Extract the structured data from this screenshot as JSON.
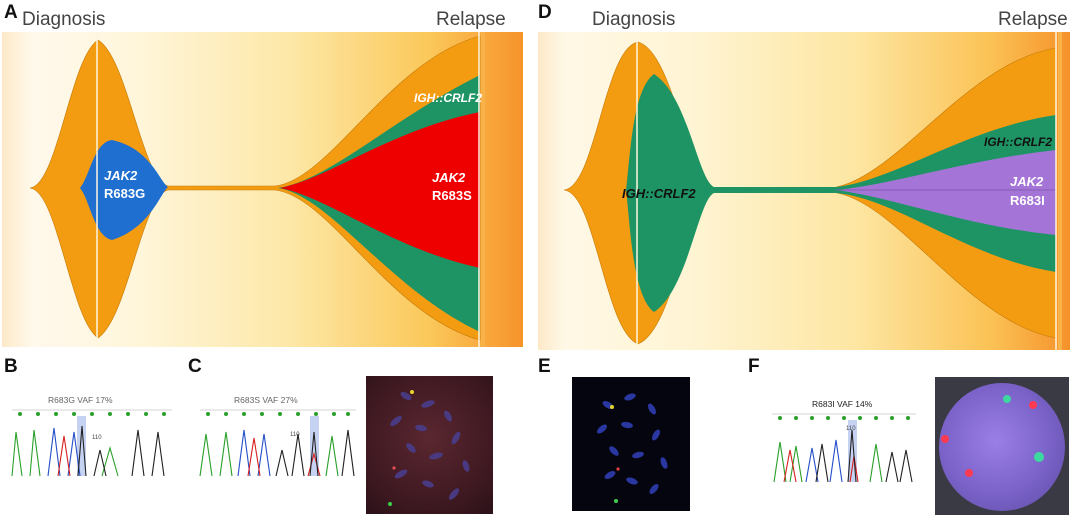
{
  "panels": {
    "A": {
      "letter": "A",
      "left_label": "Diagnosis",
      "right_label": "Relapse",
      "clone1_gene": "JAK2",
      "clone1_variant": "R683G",
      "clone2_name": "IGH::CRLF2",
      "clone3_gene": "JAK2",
      "clone3_variant": "R683S"
    },
    "D": {
      "letter": "D",
      "left_label": "Diagnosis",
      "right_label": "Relapse",
      "clone1_name": "IGH::CRLF2",
      "clone2_name": "IGH::CRLF2",
      "clone3_gene": "JAK2",
      "clone3_variant": "R683I"
    },
    "B": {
      "letter": "B",
      "caption": "R683G VAF 17%",
      "position": "110"
    },
    "C": {
      "letter": "C",
      "caption": "R683S VAF 27%",
      "position": "110"
    },
    "E": {
      "letter": "E"
    },
    "F": {
      "letter": "F",
      "caption": "R683I VAF 14%",
      "position": "110"
    }
  },
  "colors": {
    "orange_clone": "#f39c12",
    "green_clone": "#1e9464",
    "blue_clone": "#1f6fd0",
    "red_clone": "#ee0000",
    "purple_clone": "#a474d6",
    "background_light": "#fdf4e3",
    "background_dark": "#f7a233"
  }
}
